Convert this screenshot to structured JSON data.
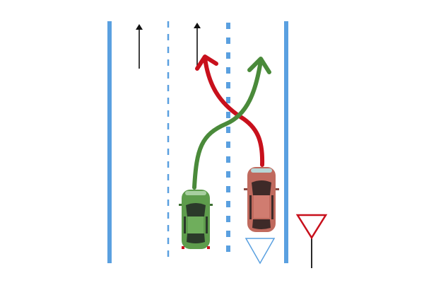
{
  "colors": {
    "lane_line": "#5aa0e0",
    "direction_arrow": "#111111",
    "red_path": "#c8101c",
    "green_path": "#4a8a3a",
    "green_car": "#5e9c4c",
    "red_car": "#c06a5e",
    "yield_road_marking": "#5aa0e0",
    "yield_sign": "#c8101c"
  },
  "scene": {
    "lanes": 3,
    "cars": [
      "green-car",
      "red-car"
    ],
    "maneuver": "lane-swap-crossing"
  }
}
